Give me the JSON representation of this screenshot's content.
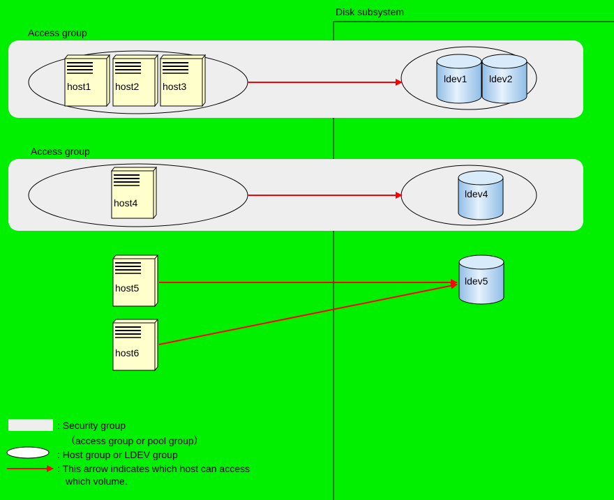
{
  "colors": {
    "background": "#00f000",
    "security_group_fill": "#eeeeee",
    "host_fill": "#ffffcc",
    "volume_fill": "#c6dff5",
    "arrow": "#ff0000"
  },
  "disk_subsystem": {
    "label": "Disk subsystem"
  },
  "access_groups": [
    {
      "label": "Access group",
      "hosts": [
        "host1",
        "host2",
        "host3"
      ],
      "volumes": [
        "ldev1",
        "ldev2"
      ]
    },
    {
      "label": "Access group",
      "hosts": [
        "host4"
      ],
      "volumes": [
        "ldev4"
      ]
    }
  ],
  "standalone": {
    "hosts": [
      "host5",
      "host6"
    ],
    "volume": "ldev5"
  },
  "legend": {
    "security_group": ": Security group",
    "security_group_sub": "（access group or pool group）",
    "host_group": ": Host group or LDEV group",
    "arrow_line1": ": This arrow indicates which host can access",
    "arrow_line2": "which volume."
  }
}
